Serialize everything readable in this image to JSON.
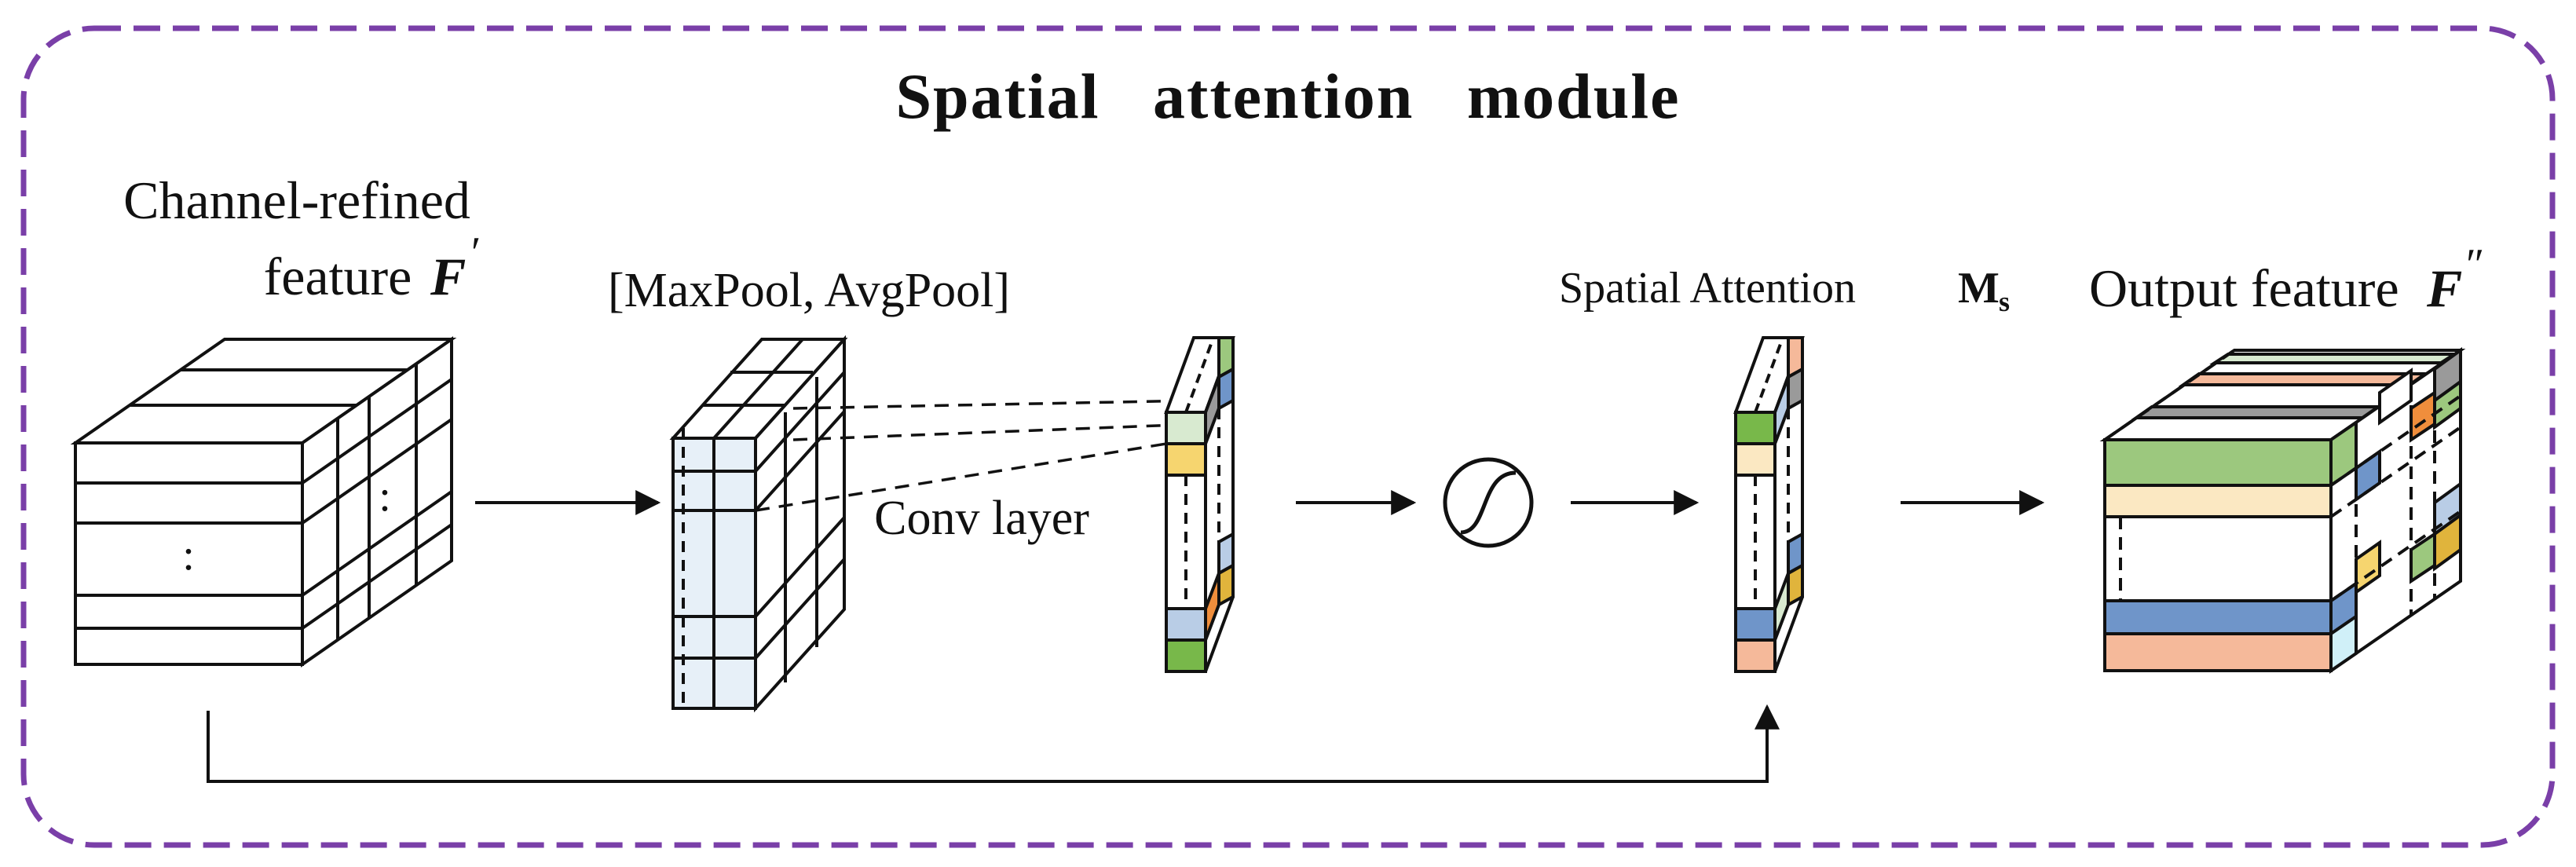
{
  "title": "Spatial   attention   module",
  "labels": {
    "input_line1": "Channel-refined",
    "input_line2": "feature",
    "input_symbol": "F",
    "input_prime": "′",
    "pool": "[MaxPool, AvgPool]",
    "conv": "Conv layer",
    "attention": "Spatial Attention",
    "attention_symbol": "M",
    "attention_sub": "s",
    "output": "Output feature",
    "output_symbol": "F",
    "output_prime": "″"
  },
  "ellipsis": ":",
  "colors": {
    "border": "#7a3fa8",
    "pool_fill": "#e7f0f8",
    "green": "#9cc87e",
    "cream": "#fbe8c2",
    "yellow": "#f6d56f",
    "blue": "#6f95c9",
    "lightblue": "#b9cde6",
    "salmon": "#f5b99a",
    "olive_green": "#78b84a",
    "orange": "#f08e3c",
    "grey": "#9a9a9a",
    "gold": "#e0b43c",
    "mint": "#d8ead0",
    "white": "#ffffff"
  }
}
